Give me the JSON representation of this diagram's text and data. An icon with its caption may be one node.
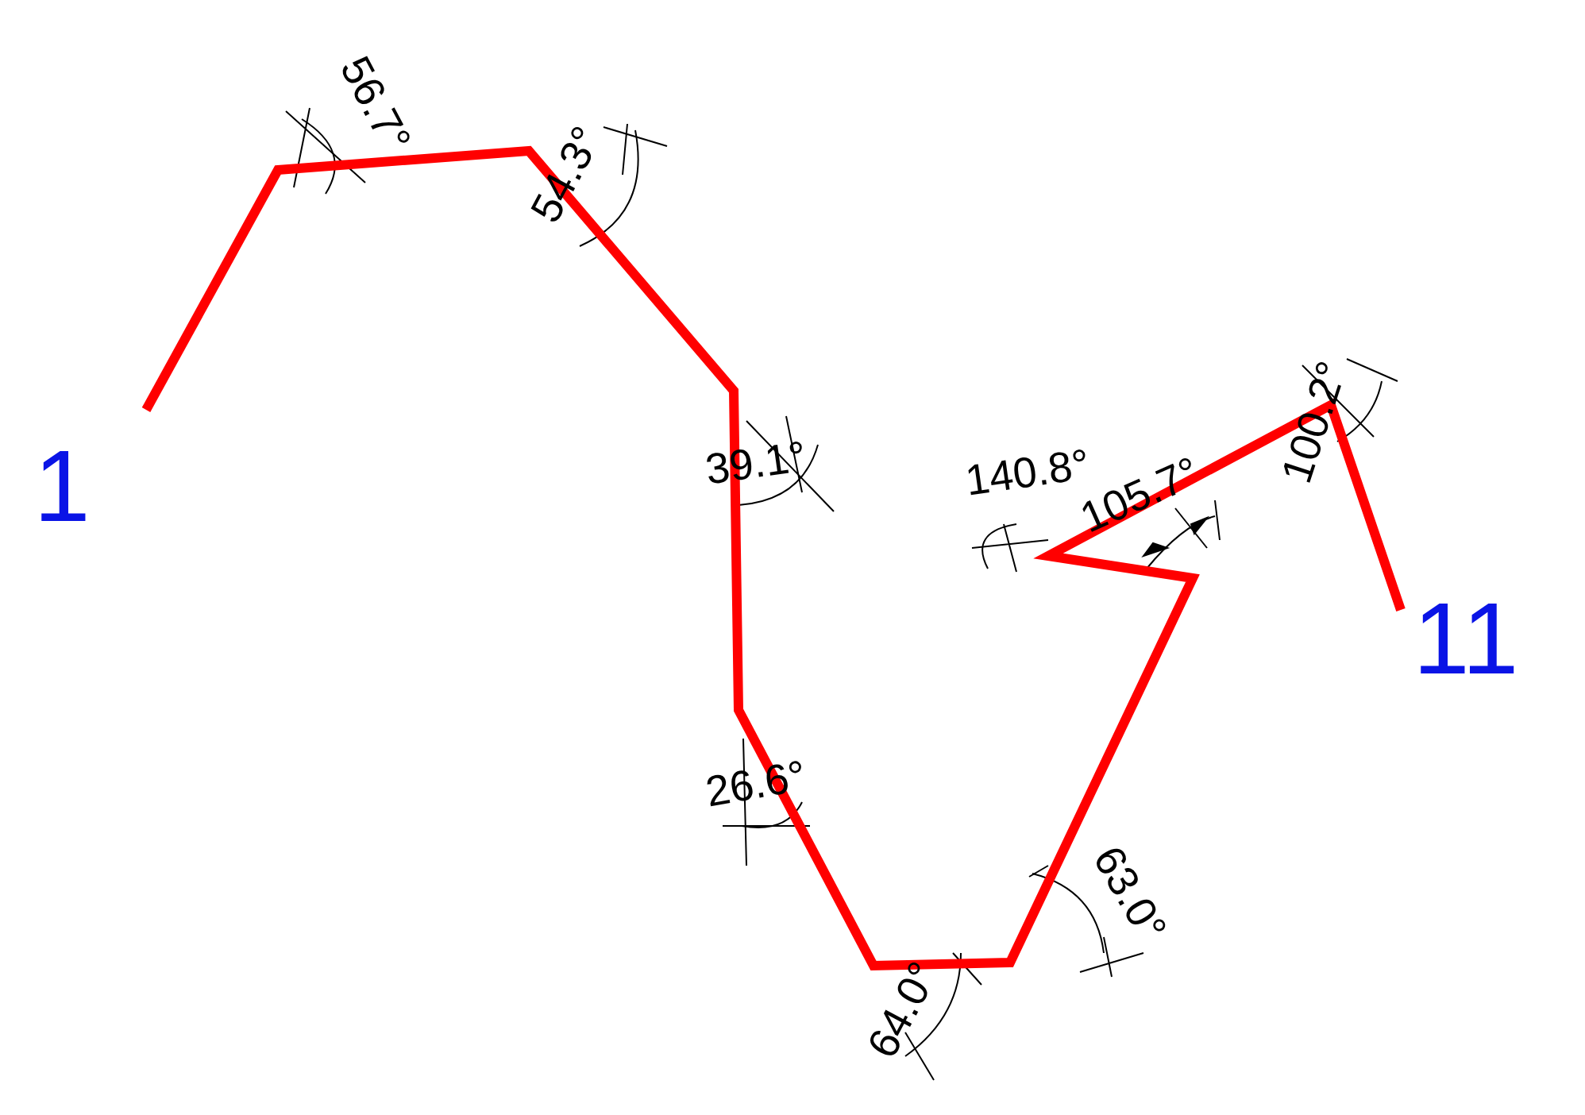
{
  "diagram": {
    "labels": [
      "56.7°",
      "54.3°",
      "1",
      "39.1°",
      "140.8°",
      "105.7°",
      "100.2°",
      "11",
      "26.6°",
      "63.0°",
      "64.0°"
    ]
  }
}
